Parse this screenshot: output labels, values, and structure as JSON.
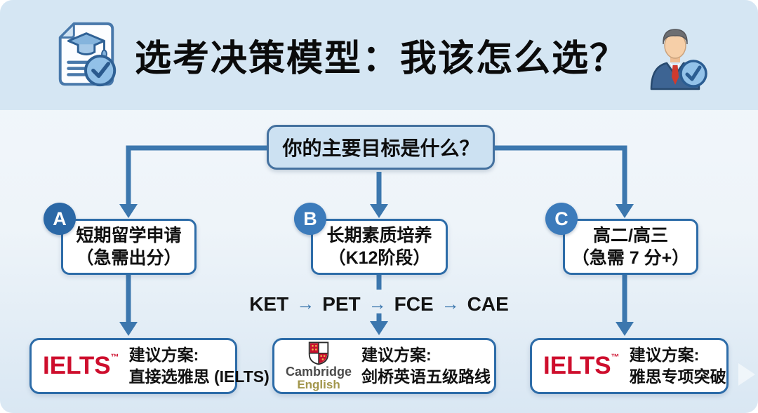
{
  "colors": {
    "header_bg": "#d5e6f3",
    "connector": "#3c77ae",
    "box_border": "#2d6ca8",
    "decision_fill": "#cce1f2",
    "decision_border": "#44719f",
    "badge_a": "#2b68a6",
    "badge_bc": "#3c7bbb",
    "ielts_red": "#ce0e2d",
    "cambridge_text": "#4b4b4b",
    "cambridge_gold": "#a2964b",
    "title_color": "#0b0b0b"
  },
  "header": {
    "title": "选考决策模型：我该怎么选？",
    "left_icon": "document-with-graduation-cap-and-check",
    "right_icon": "advisor-with-check"
  },
  "flowchart": {
    "decision_label": "你的主要目标是什么？",
    "arrow_char": "→",
    "branches": [
      {
        "badge": "A",
        "line1": "短期留学申请",
        "line2": "（急需出分）"
      },
      {
        "badge": "B",
        "line1": "长期素质培养",
        "line2": "（K12阶段）"
      },
      {
        "badge": "C",
        "line1": "高二/高三",
        "line2": "（急需 7 分+）"
      }
    ],
    "path_sequence": [
      "KET",
      "PET",
      "FCE",
      "CAE"
    ],
    "recommendations": [
      {
        "logo": "IELTS",
        "tm": "™",
        "line1": "建议方案:",
        "line2": "直接选雅思 (IELTS)"
      },
      {
        "logo_line1": "Cambridge",
        "logo_line2": "English",
        "line1": "建议方案:",
        "line2": "剑桥英语五级路线"
      },
      {
        "logo": "IELTS",
        "tm": "™",
        "line1": "建议方案:",
        "line2": "雅思专项突破"
      }
    ]
  }
}
